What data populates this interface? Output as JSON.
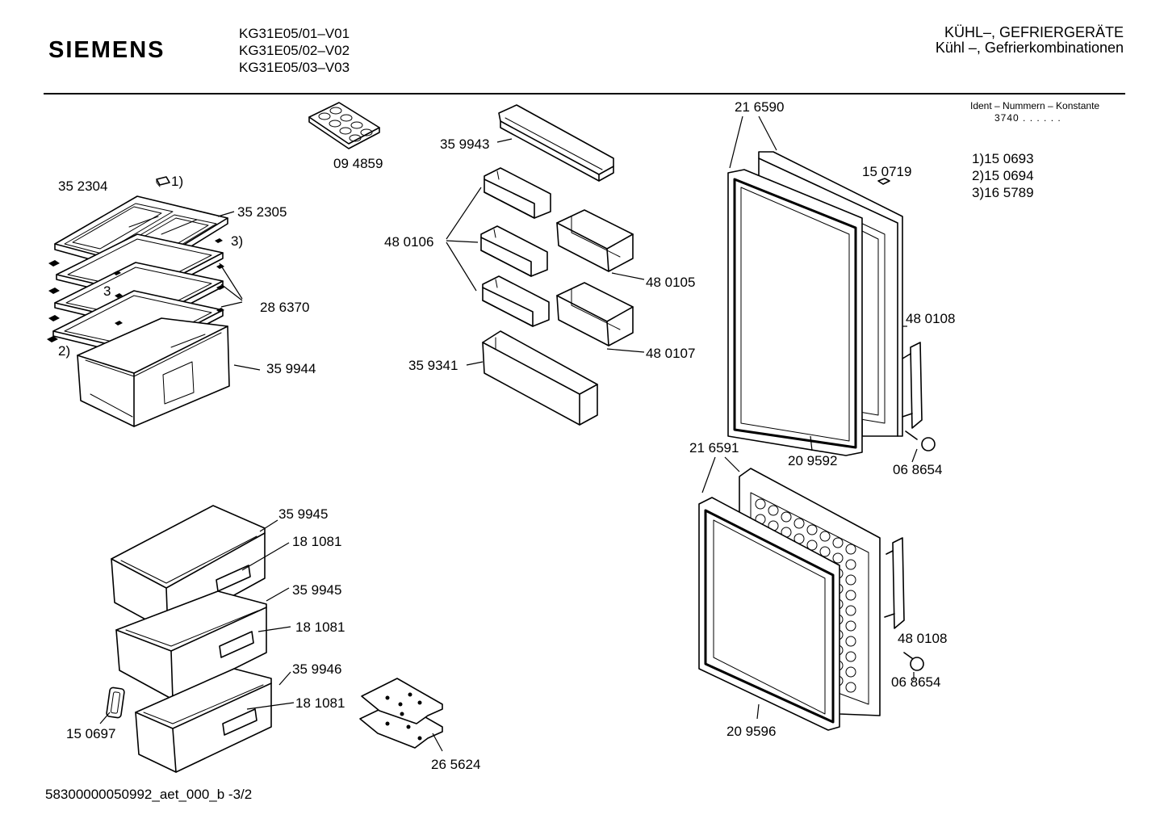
{
  "header": {
    "brand": "SIEMENS",
    "models": [
      "KG31E05/01–V01",
      "KG31E05/02–V02",
      "KG31E05/03–V03"
    ],
    "category_line1": "KÜHL–, GEFRIERGERÄTE",
    "category_line2": "Kühl –, Gefrierkombinationen",
    "ident_label": "Ident – Nummern – Konstante",
    "ident_constant": "3740  .  .   .  .  .  ."
  },
  "notes": [
    "1)15 0693",
    "2)15 0694",
    "3)16 5789"
  ],
  "callouts": [
    {
      "id": "c-094859",
      "text": "09 4859"
    },
    {
      "id": "c-352304",
      "text": "35 2304"
    },
    {
      "id": "c-note1",
      "text": "1)"
    },
    {
      "id": "c-352305",
      "text": "35 2305"
    },
    {
      "id": "c-note3a",
      "text": "3)"
    },
    {
      "id": "c-note3b",
      "text": "3"
    },
    {
      "id": "c-286370",
      "text": "28 6370"
    },
    {
      "id": "c-note2",
      "text": "2)"
    },
    {
      "id": "c-359944",
      "text": "35 9944"
    },
    {
      "id": "c-359943",
      "text": "35 9943"
    },
    {
      "id": "c-480106",
      "text": "48 0106"
    },
    {
      "id": "c-480105",
      "text": "48 0105"
    },
    {
      "id": "c-480107",
      "text": "48 0107"
    },
    {
      "id": "c-359341",
      "text": "35 9341"
    },
    {
      "id": "c-216590",
      "text": "21 6590"
    },
    {
      "id": "c-150719",
      "text": "15 0719"
    },
    {
      "id": "c-480108a",
      "text": "48 0108"
    },
    {
      "id": "c-209592",
      "text": "20 9592"
    },
    {
      "id": "c-068654a",
      "text": "06 8654"
    },
    {
      "id": "c-216591",
      "text": "21 6591"
    },
    {
      "id": "c-480108b",
      "text": "48 0108"
    },
    {
      "id": "c-068654b",
      "text": "06 8654"
    },
    {
      "id": "c-209596",
      "text": "20 9596"
    },
    {
      "id": "c-359945a",
      "text": "35 9945"
    },
    {
      "id": "c-181081a",
      "text": "18 1081"
    },
    {
      "id": "c-359945b",
      "text": "35 9945"
    },
    {
      "id": "c-181081b",
      "text": "18 1081"
    },
    {
      "id": "c-359946",
      "text": "35 9946"
    },
    {
      "id": "c-181081c",
      "text": "18 1081"
    },
    {
      "id": "c-150697",
      "text": "15 0697"
    },
    {
      "id": "c-265624",
      "text": "26 5624"
    }
  ],
  "footer": {
    "doc_id": "58300000050992_aet_000_b  -3/2"
  }
}
